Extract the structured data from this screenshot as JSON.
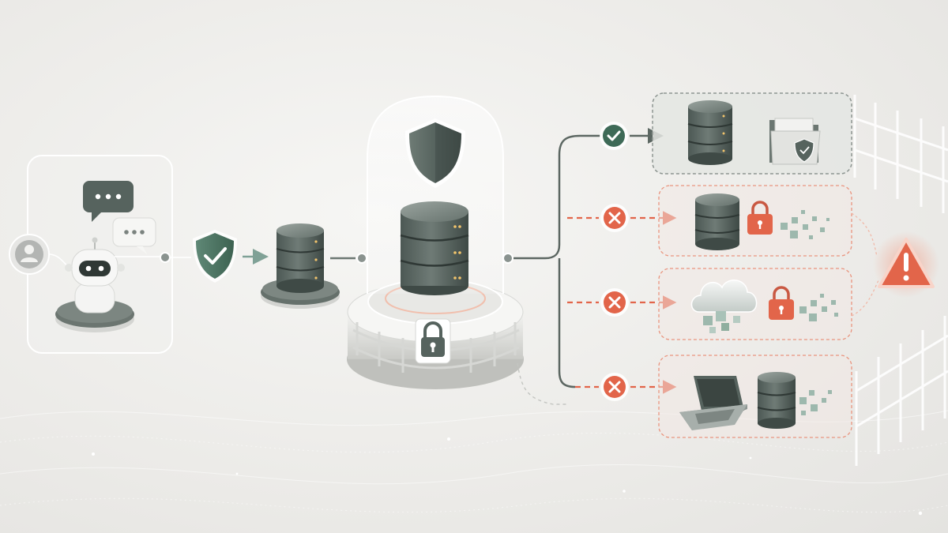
{
  "diagram": {
    "nodes": {
      "user": {
        "icon": "user-avatar-icon"
      },
      "agent": {
        "icon": "robot-icon",
        "bubbles": [
          "chat-bubble-icon",
          "chat-bubble-icon"
        ]
      },
      "input_check": {
        "icon": "shield-check-icon"
      },
      "staging_db": {
        "icon": "database-icon"
      },
      "secure_vault": {
        "icons": [
          "shield-icon",
          "database-icon",
          "padlock-icon",
          "fence-icon"
        ]
      },
      "destinations": [
        {
          "status": "allowed",
          "icons": [
            "database-icon",
            "secure-folder-icon"
          ]
        },
        {
          "status": "blocked",
          "icons": [
            "database-icon",
            "padlock-icon",
            "data-fragments-icon"
          ]
        },
        {
          "status": "blocked",
          "icons": [
            "cloud-icon",
            "padlock-icon",
            "data-fragments-icon"
          ]
        },
        {
          "status": "blocked",
          "icons": [
            "laptop-icon",
            "database-icon",
            "data-fragments-icon"
          ]
        }
      ],
      "alert": {
        "icon": "warning-triangle-icon"
      }
    },
    "colors": {
      "slate": "#56635e",
      "slate_dark": "#3f4a46",
      "green": "#4a7463",
      "alert": "#e2654a",
      "alert_soft": "#f3b9a8",
      "panel": "#e9eae7",
      "line": "#5c6762"
    }
  }
}
